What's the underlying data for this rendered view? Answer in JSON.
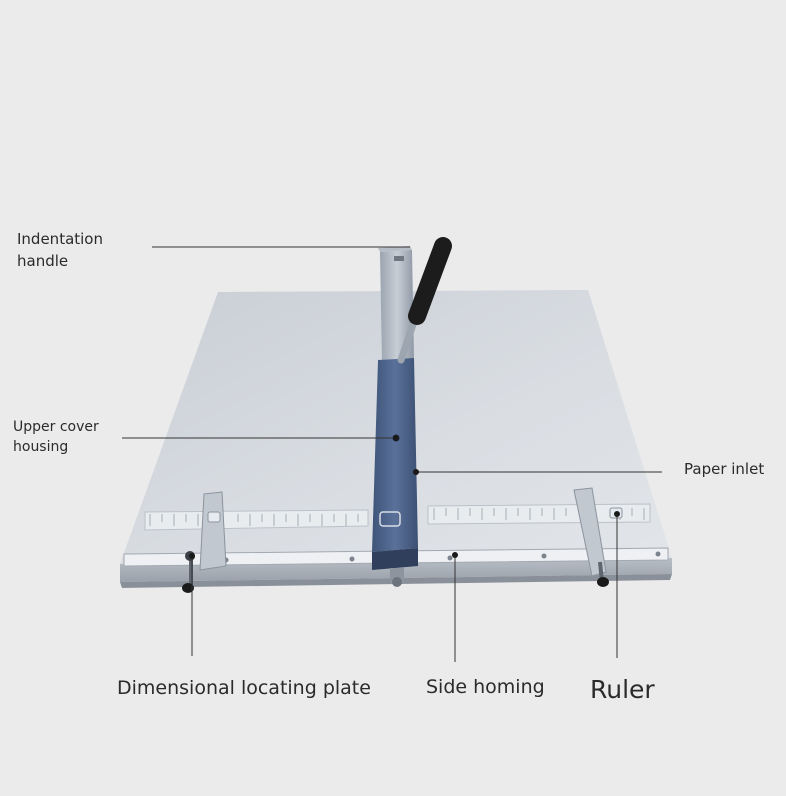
{
  "labels": {
    "indentation_handle": [
      "Indentation",
      "handle"
    ],
    "upper_cover_housing": [
      "Upper cover",
      "housing"
    ],
    "paper_inlet": "Paper inlet",
    "dimensional_locating_plate": "Dimensional locating plate",
    "side_homing": "Side homing",
    "ruler": "Ruler"
  },
  "colors": {
    "background": "#ebebeb",
    "plate": "#d4d8de",
    "housing": "#4c6387",
    "handle_grip": "#1c1c1c",
    "leader_line": "#333333"
  }
}
